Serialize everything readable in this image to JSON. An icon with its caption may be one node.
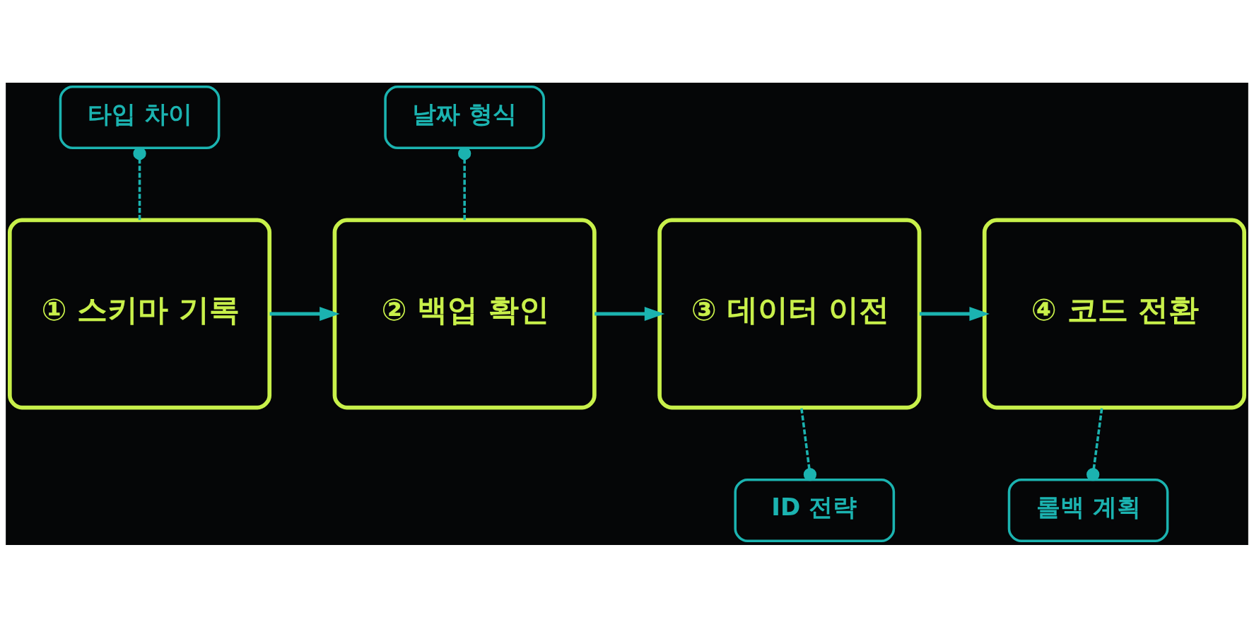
{
  "diagram": {
    "nodes": [
      {
        "text": [
          "① 스키마 기록"
        ]
      },
      {
        "text": [
          "② 백업 확인"
        ]
      },
      {
        "text": [
          "③ 데이터 이전"
        ]
      },
      {
        "text": [
          "④ 코드 전환"
        ]
      },
      {
        "text": [
          "타입 차이"
        ]
      },
      {
        "text": [
          "날짜 형식"
        ]
      },
      {
        "text": [
          "ID 전략"
        ]
      },
      {
        "text": [
          "롤백 계획"
        ]
      }
    ],
    "edges": [
      {
        "from": 0,
        "to": 1,
        "arrow": "to"
      },
      {
        "from": 1,
        "to": 2,
        "arrow": "to"
      },
      {
        "from": 2,
        "to": 3,
        "arrow": "to"
      },
      {
        "from": 4,
        "to": 0,
        "arrow": "other",
        "style": "dashed"
      },
      {
        "from": 5,
        "to": 1,
        "arrow": "other",
        "style": "dashed"
      },
      {
        "from": 6,
        "to": 2,
        "arrow": "other",
        "style": "dashed"
      },
      {
        "from": 7,
        "to": 3,
        "arrow": "other",
        "style": "dashed"
      }
    ]
  }
}
